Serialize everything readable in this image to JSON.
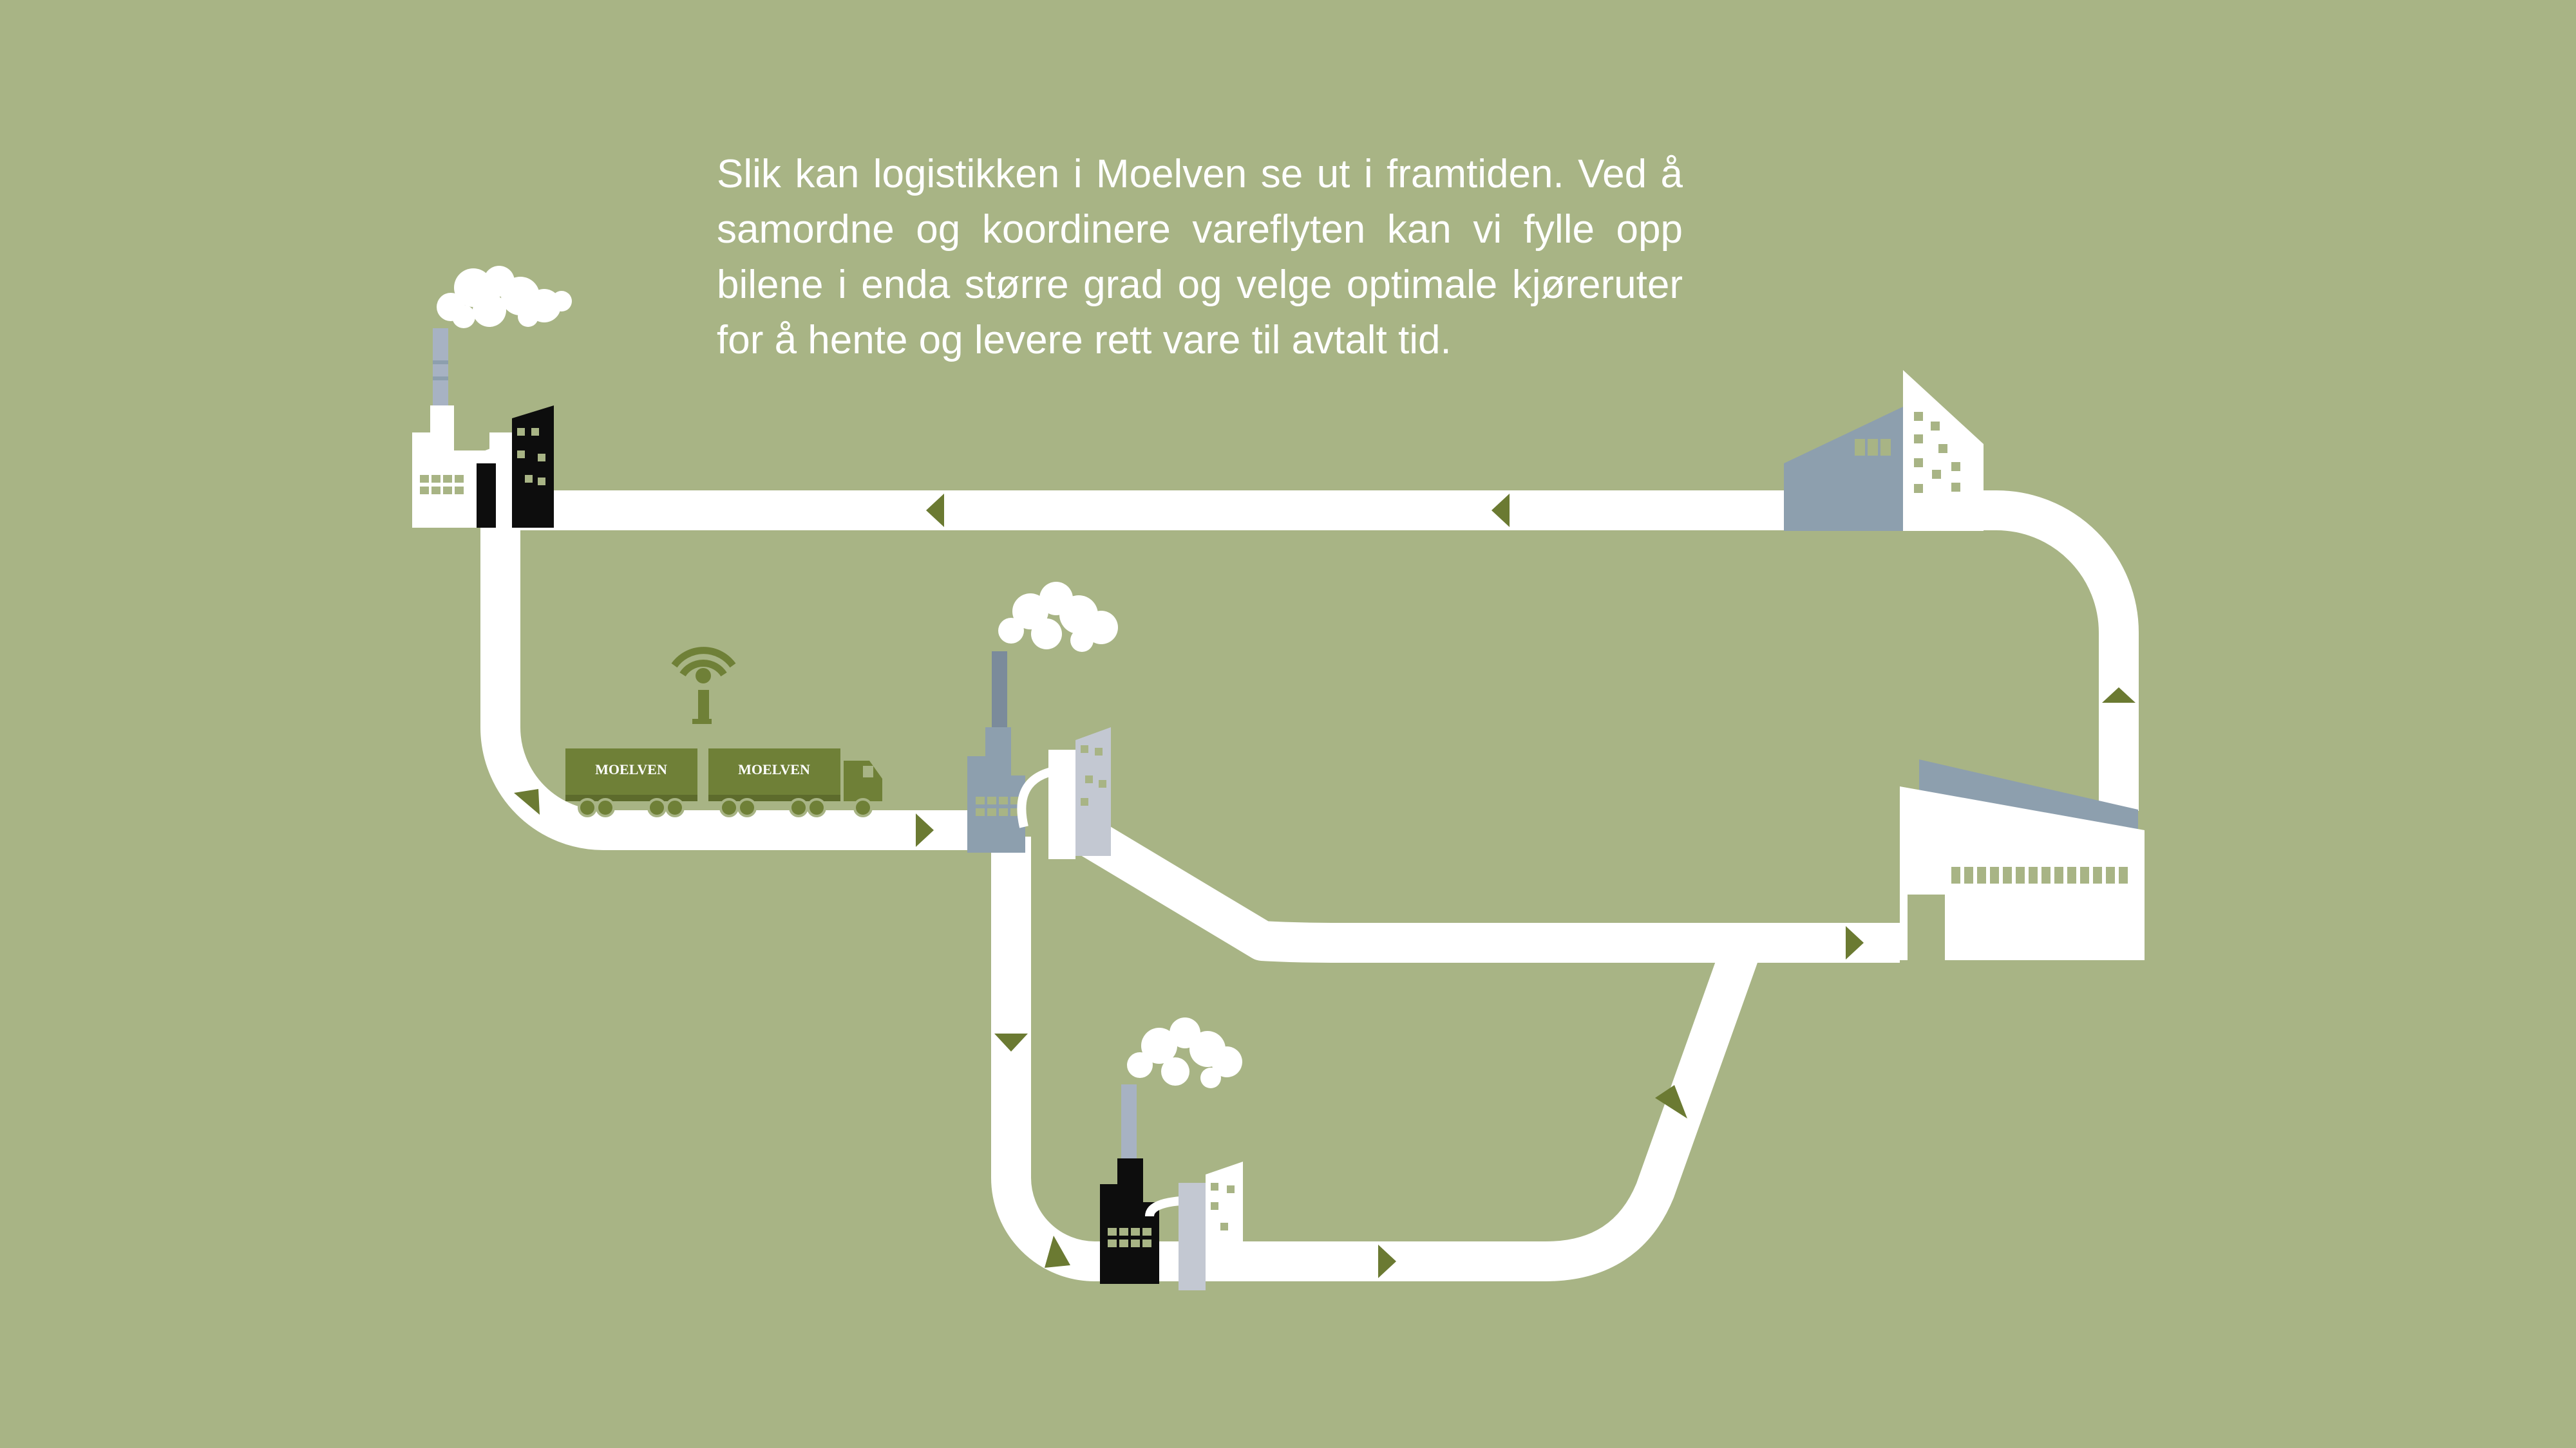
{
  "intro": {
    "text": "Slik kan logistikken i Moelven se ut i framtiden. Ved å samordne og koordinere vareflyten kan vi fylle opp bilene i enda større grad og velge optimale kjøreruter for å hente og levere rett vare til avtalt tid."
  },
  "truck": {
    "trailer_1_label": "MOELVEN",
    "trailer_2_label": "MOELVEN"
  },
  "icons": {
    "info_signal": "info-wifi-icon"
  },
  "colors": {
    "background": "#a8b485",
    "road": "#ffffff",
    "arrow": "#6b7a32",
    "truck": "#6f8037",
    "slate": "#8d9fae",
    "light_gray": "#c3c8d2",
    "black": "#0d0d0d"
  }
}
